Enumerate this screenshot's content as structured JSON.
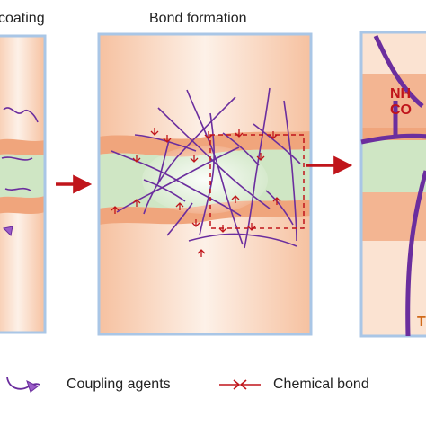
{
  "titles": {
    "left": "coating",
    "middle": "Bond formation"
  },
  "chemistry": {
    "line1": "NH",
    "line2": "CO",
    "partial": "T"
  },
  "legend": {
    "coupling_agents": "Coupling agents",
    "chemical_bond": "Chemical bond"
  },
  "colors": {
    "frame": "#a9c6e6",
    "band_orange": "#f2b08a",
    "band_green": "#cfe6c4",
    "fiber_purple": "#6b2e9e",
    "bond_red": "#c0151b",
    "arrow_red": "#c0151b"
  }
}
